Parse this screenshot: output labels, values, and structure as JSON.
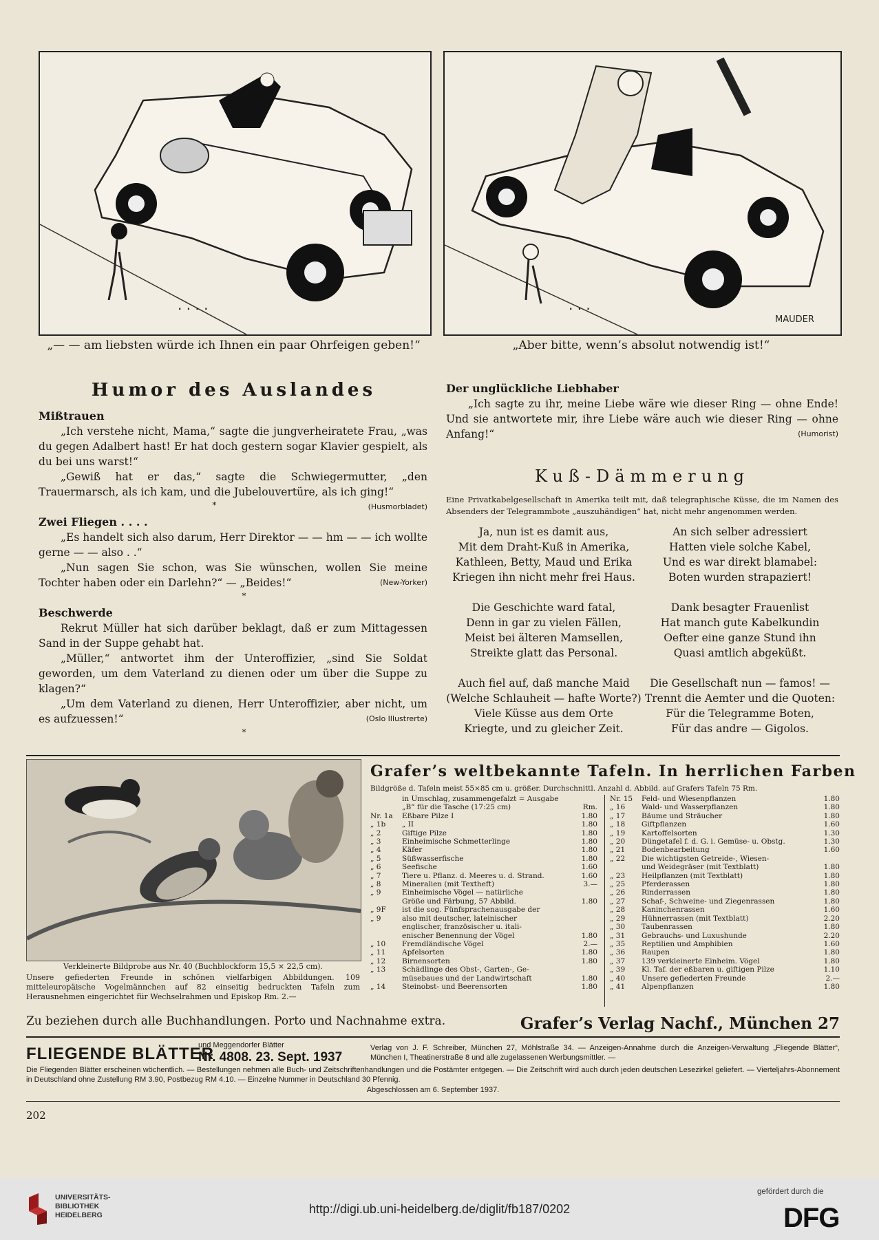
{
  "cartoons": {
    "left_caption": "„— — am liebsten würde ich Ihnen ein paar Ohrfeigen geben!“",
    "right_caption": "„Aber bitte, wenn’s absolut notwendig ist!“",
    "signature": "MAUDER"
  },
  "humor": {
    "title": "Humor des Auslandes",
    "stories": [
      {
        "title": "Mißtrauen",
        "paragraphs": [
          "„Ich verstehe nicht, Mama,“ sagte die jungverheiratete Frau, „was du gegen Adalbert hast! Er hat doch gestern sogar Klavier gespielt, als du bei uns warst!“",
          "„Gewiß hat er das,“ sagte die Schwiegermutter, „den Trauermarsch, als ich kam, und die Jubelouvertüre, als ich ging!“"
        ],
        "source": "(Husmorbladet)"
      },
      {
        "title": "Zwei Fliegen . . . .",
        "paragraphs": [
          "„Es handelt sich also darum, Herr Direktor — — hm — — ich wollte gerne — — also . .“",
          "„Nun sagen Sie schon, was Sie wünschen, wollen Sie meine Tochter haben oder ein Darlehn?“ — „Beides!“"
        ],
        "source": "(New-Yorker)"
      },
      {
        "title": "Beschwerde",
        "paragraphs": [
          "Rekrut Müller hat sich darüber beklagt, daß er zum Mittagessen Sand in der Suppe gehabt hat.",
          "„Müller,“ antwortet ihm der Unteroffizier, „sind Sie Soldat geworden, um dem Vaterland zu dienen oder um über die Suppe zu klagen?“",
          "„Um dem Vaterland zu dienen, Herr Unteroffizier, aber nicht, um es aufzuessen!“"
        ],
        "source": "(Oslo Illustrerte)"
      },
      {
        "title": "Der unglückliche Liebhaber",
        "paragraphs": [
          "„Ich sagte zu ihr, meine Liebe wäre wie dieser Ring — ohne Ende! Und sie antwortete mir, ihre Liebe wäre auch wie dieser Ring — ohne Anfang!“"
        ],
        "source": "(Humorist)"
      }
    ],
    "star": "*"
  },
  "poem": {
    "title": "Kuß-Dämmerung",
    "intro": "Eine Privatkabelgesellschaft in Amerika teilt mit, daß telegraphische Küsse, die im Namen des Absenders der Telegrammbote „auszuhändigen“ hat, nicht mehr angenommen werden.",
    "left": [
      [
        "Ja, nun ist es damit aus,",
        "Mit dem Draht-Kuß in Amerika,",
        "Kathleen, Betty, Maud und Erika",
        "Kriegen ihn nicht mehr frei Haus."
      ],
      [
        "Die Geschichte ward fatal,",
        "Denn in gar zu vielen Fällen,",
        "Meist bei älteren Mamsellen,",
        "Streikte glatt das Personal."
      ],
      [
        "Auch fiel auf, daß manche Maid",
        "(Welche Schlauheit — hafte Worte?)",
        "Viele Küsse aus dem Orte",
        "Kriegte, und zu gleicher Zeit."
      ]
    ],
    "right": [
      [
        "An sich selber adressiert",
        "Hatten viele solche Kabel,",
        "Und es war direkt blamabel:",
        "Boten wurden strapaziert!"
      ],
      [
        "Dank besagter Frauenlist",
        "Hat manch gute Kabelkundin",
        "Oefter eine ganze Stund ihn",
        "Quasi amtlich abgeküßt."
      ],
      [
        "Die Gesellschaft nun — famos! —",
        "Trennt die Aemter und die Quoten:",
        "Für die Telegramme Boten,",
        "Für das andre — Gigolos."
      ]
    ]
  },
  "advert": {
    "title": "Grafer’s weltbekannte Tafeln. In herrlichen Farben",
    "subtitle": "Bildgröße d. Tafeln meist 55×85 cm u. größer. Durchschnittl. Anzahl d. Abbild. auf Grafers Tafeln 75   Rm.",
    "image_caption": "Verkleinerte Bildprobe aus Nr. 40 (Buchblockform 15,5 × 22,5 cm).",
    "image_text": "Unsere gefiederten Freunde in schönen vielfarbigen Abbildungen. 109 mitteleuropäische Vogelmännchen auf 82 einseitig bedruckten Tafeln zum Herausnehmen eingerichtet für Wechselrahmen und Episkop Rm. 2.—",
    "left_rows": [
      [
        "",
        "in Umschlag, zusammengefalzt = Ausgabe",
        ""
      ],
      [
        "",
        "„B“ für die Tasche (17:25 cm)",
        "Rm."
      ],
      [
        "Nr. 1a",
        "Eßbare Pilze I",
        "1.80"
      ],
      [
        "„ 1b",
        "„ II",
        "1.80"
      ],
      [
        "„ 2",
        "Giftige Pilze",
        "1.80"
      ],
      [
        "„ 3",
        "Einheimische Schmetterlinge",
        "1.80"
      ],
      [
        "„ 4",
        "Käfer",
        "1.80"
      ],
      [
        "„ 5",
        "Süßwasserfische",
        "1.80"
      ],
      [
        "„ 6",
        "Seefische",
        "1.60"
      ],
      [
        "„ 7",
        "Tiere u. Pflanz. d. Meeres u. d. Strand.",
        "1.60"
      ],
      [
        "„ 8",
        "Mineralien (mit Textheft)",
        "3.—"
      ],
      [
        "„ 9",
        "Einheimische Vögel — natürliche",
        ""
      ],
      [
        "",
        "Größe und Färbung, 57 Abbild.",
        "1.80"
      ],
      [
        "„ 9F",
        "ist die sog. Fünfsprachenausgabe der",
        ""
      ],
      [
        "„ 9",
        "also mit deutscher, lateinischer",
        ""
      ],
      [
        "",
        "englischer, französischer u. itali-",
        ""
      ],
      [
        "",
        "enischer Benennung der Vögel",
        "1.80"
      ],
      [
        "„ 10",
        "Fremdländische Vögel",
        "2.—"
      ],
      [
        "„ 11",
        "Apfelsorten",
        "1.80"
      ],
      [
        "„ 12",
        "Birnensorten",
        "1.80"
      ],
      [
        "„ 13",
        "Schädlinge des Obst-, Garten-, Ge-",
        ""
      ],
      [
        "",
        "müsebaues und der Landwirtschaft",
        "1.80"
      ],
      [
        "„ 14",
        "Steinobst- und Beerensorten",
        "1.80"
      ]
    ],
    "right_rows": [
      [
        "Nr. 15",
        "Feld- und Wiesenpflanzen",
        "1.80"
      ],
      [
        "„ 16",
        "Wald- und Wasserpflanzen",
        "1.80"
      ],
      [
        "„ 17",
        "Bäume und Sträucher",
        "1.80"
      ],
      [
        "„ 18",
        "Giftpflanzen",
        "1.60"
      ],
      [
        "„ 19",
        "Kartoffelsorten",
        "1.30"
      ],
      [
        "„ 20",
        "Düngetafel f. d. G. i. Gemüse- u. Obstg.",
        "1.30"
      ],
      [
        "„ 21",
        "Bodenbearbeitung",
        "1.60"
      ],
      [
        "„ 22",
        "Die wichtigsten Getreide-, Wiesen-",
        ""
      ],
      [
        "",
        "und Weidegräser (mit Textblatt)",
        "1.80"
      ],
      [
        "„ 23",
        "Heilpflanzen (mit Textblatt)",
        "1.80"
      ],
      [
        "„ 25",
        "Pferderassen",
        "1.80"
      ],
      [
        "„ 26",
        "Rinderrassen",
        "1.80"
      ],
      [
        "„ 27",
        "Schaf-, Schweine- und Ziegenrassen",
        "1.80"
      ],
      [
        "„ 28",
        "Kaninchenrassen",
        "1.60"
      ],
      [
        "„ 29",
        "Hühnerrassen (mit Textblatt)",
        "2.20"
      ],
      [
        "„ 30",
        "Taubenrassen",
        "1.80"
      ],
      [
        "„ 31",
        "Gebrauchs- und Luxushunde",
        "2.20"
      ],
      [
        "„ 35",
        "Reptilien und Amphibien",
        "1.60"
      ],
      [
        "„ 36",
        "Raupen",
        "1.80"
      ],
      [
        "„ 37",
        "139 verkleinerte Einheim. Vögel",
        "1.80"
      ],
      [
        "„ 39",
        "Kl. Taf. der eßbaren u. giftigen Pilze",
        "1.10"
      ],
      [
        "„ 40",
        "Unsere gefiederten Freunde",
        "2.—"
      ],
      [
        "„ 41",
        "Alpenpflanzen",
        "1.80"
      ]
    ],
    "order_line": "Zu beziehen durch alle Buchhandlungen. Porto und Nachnahme extra.",
    "publisher": "Grafer’s Verlag Nachf., München 27"
  },
  "imprint": {
    "masthead": "FLIEGENDE BLÄTTER",
    "und_meggendorfer": "und Meggendorfer Blätter",
    "issue": "Nr. 4808. 23. Sept. 1937",
    "publisher_text": "Verlag von J. F. Schreiber, München 27, Möhlstraße 34. — Anzeigen-Annahme durch die Anzeigen-Verwaltung „Fliegende Blätter“, München I, Theatinerstraße 8 und alle zugelassenen Werbungsmittler. —",
    "full_text": "Die Fliegenden Blätter erscheinen wöchentlich. — Bestellungen nehmen alle Buch- und Zeitschriftenhandlungen und die Postämter entgegen. — Die Zeitschrift wird auch durch jeden deutschen Lesezirkel geliefert. — Vierteljahrs-Abonnement in Deutschland ohne Zustellung RM 3.90, Postbezug RM 4.10. — Einzelne Nummer in Deutschland 30 Pfennig.",
    "closed": "Abgeschlossen am 6. September 1937.",
    "page_number": "202"
  },
  "footer": {
    "library_line1": "UNIVERSITÄTS-",
    "library_line2": "BIBLIOTHEK",
    "library_line3": "HEIDELBERG",
    "url": "http://digi.ub.uni-heidelberg.de/diglit/fb187/0202",
    "funded": "gefördert durch die",
    "dfg": "DFG"
  }
}
